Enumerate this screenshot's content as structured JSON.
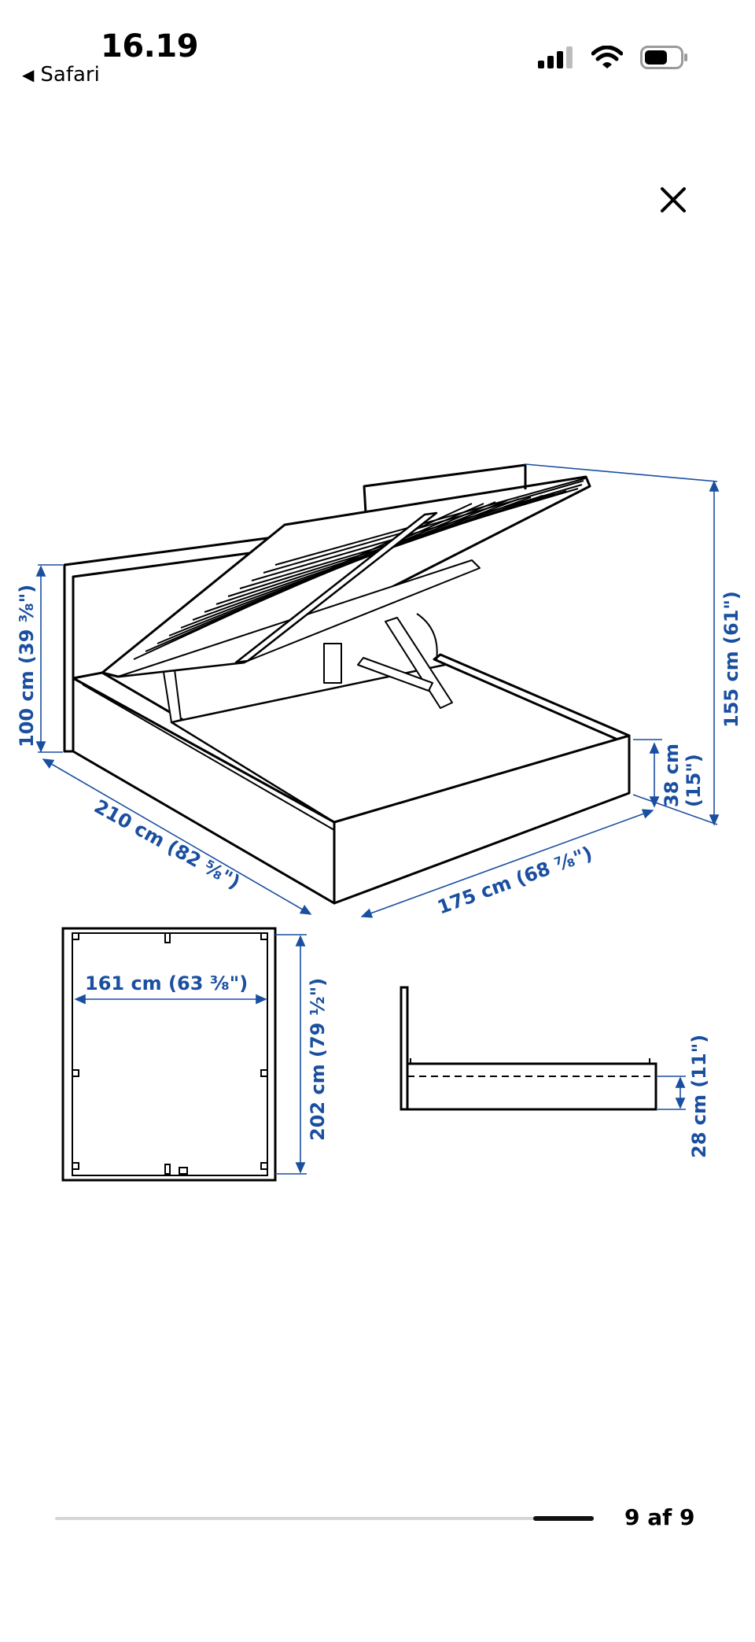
{
  "status_bar": {
    "time": "16.19",
    "back_app": "Safari"
  },
  "icons": {
    "back": "back-triangle-icon",
    "signal": "cellular-signal-icon",
    "wifi": "wifi-icon",
    "battery": "battery-icon",
    "close": "close-icon"
  },
  "diagram": {
    "dims": {
      "headboard_height": "100 cm (39 ³⁄₈\")",
      "total_height": "155 cm (61\")",
      "bed_length": "210 cm (82 ⁵⁄₈\")",
      "bed_width": "175 cm (68 ⁷⁄₈\")",
      "frame_height_cm": "38 cm",
      "frame_height_in": "(15\")",
      "inner_width": "161 cm (63 ³⁄₈\")",
      "inner_length": "202 cm (79 ¹⁄₂\")",
      "under_clearance": "28 cm (11\")"
    }
  },
  "pager": {
    "counter": "9 af 9",
    "current": 9,
    "total": 9
  },
  "colors": {
    "dimension_blue": "#1a4fa0",
    "line": "#000000",
    "track": "#d6d6d6"
  }
}
